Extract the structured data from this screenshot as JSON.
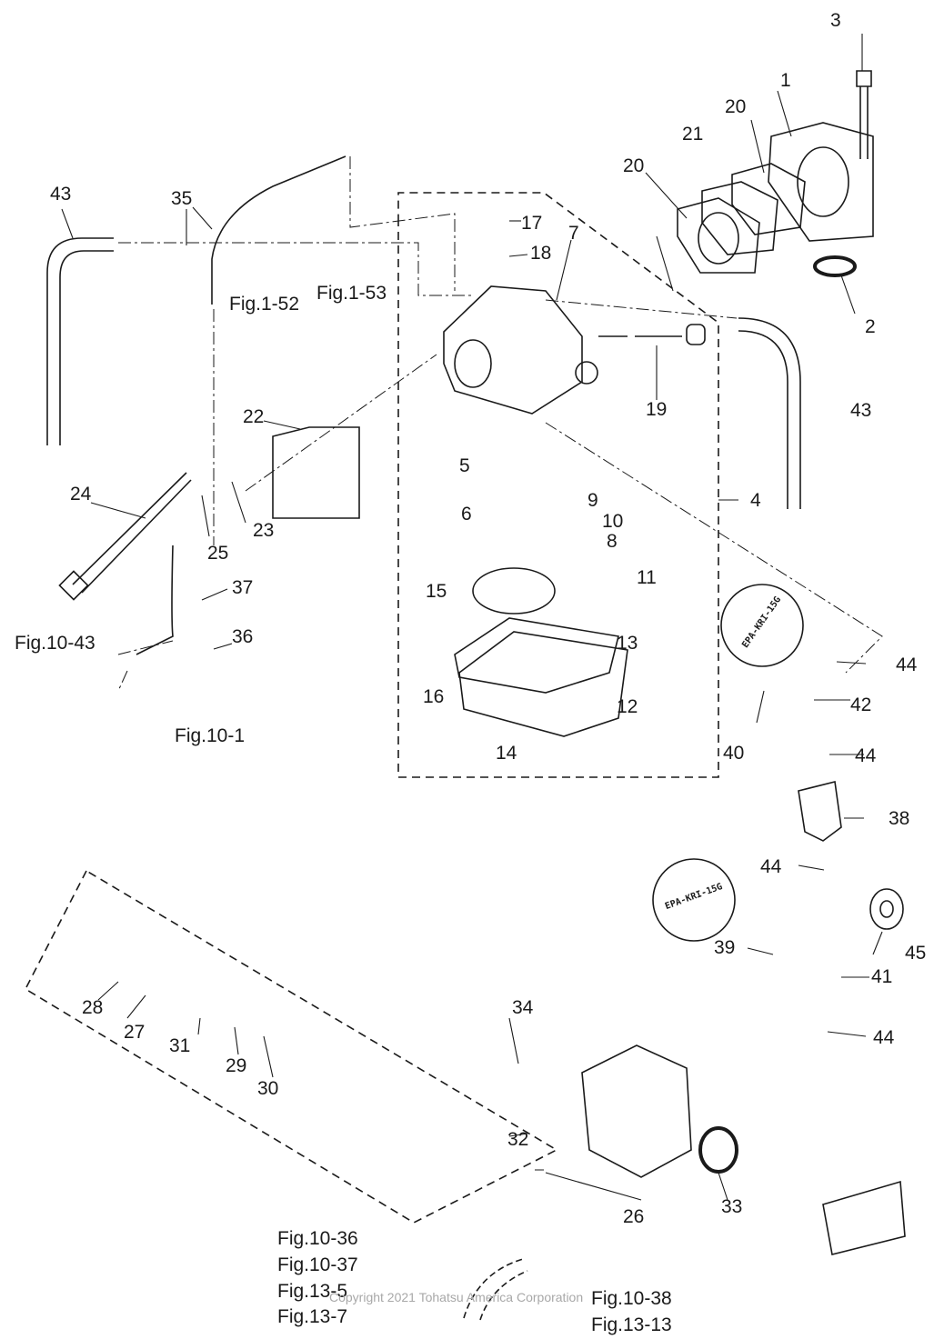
{
  "diagram": {
    "title": "Carburetor and Fuel Pump Exploded Parts Diagram",
    "callouts": [
      {
        "id": "p1",
        "text": "1"
      },
      {
        "id": "p2",
        "text": "2"
      },
      {
        "id": "p3",
        "text": "3"
      },
      {
        "id": "p4",
        "text": "4"
      },
      {
        "id": "p5",
        "text": "5"
      },
      {
        "id": "p6",
        "text": "6"
      },
      {
        "id": "p7",
        "text": "7"
      },
      {
        "id": "p8",
        "text": "8"
      },
      {
        "id": "p9",
        "text": "9"
      },
      {
        "id": "p10",
        "text": "10"
      },
      {
        "id": "p11",
        "text": "11"
      },
      {
        "id": "p12",
        "text": "12"
      },
      {
        "id": "p13",
        "text": "13"
      },
      {
        "id": "p14",
        "text": "14"
      },
      {
        "id": "p15",
        "text": "15"
      },
      {
        "id": "p16",
        "text": "16"
      },
      {
        "id": "p17",
        "text": "17"
      },
      {
        "id": "p18",
        "text": "18"
      },
      {
        "id": "p19",
        "text": "19"
      },
      {
        "id": "p20a",
        "text": "20"
      },
      {
        "id": "p20b",
        "text": "20"
      },
      {
        "id": "p21",
        "text": "21"
      },
      {
        "id": "p22",
        "text": "22"
      },
      {
        "id": "p23",
        "text": "23"
      },
      {
        "id": "p24",
        "text": "24"
      },
      {
        "id": "p25",
        "text": "25"
      },
      {
        "id": "p26",
        "text": "26"
      },
      {
        "id": "p27",
        "text": "27"
      },
      {
        "id": "p28",
        "text": "28"
      },
      {
        "id": "p29",
        "text": "29"
      },
      {
        "id": "p30",
        "text": "30"
      },
      {
        "id": "p31",
        "text": "31"
      },
      {
        "id": "p32",
        "text": "32"
      },
      {
        "id": "p33",
        "text": "33"
      },
      {
        "id": "p34",
        "text": "34"
      },
      {
        "id": "p35",
        "text": "35"
      },
      {
        "id": "p36",
        "text": "36"
      },
      {
        "id": "p37",
        "text": "37"
      },
      {
        "id": "p38",
        "text": "38"
      },
      {
        "id": "p39",
        "text": "39"
      },
      {
        "id": "p40",
        "text": "40"
      },
      {
        "id": "p41",
        "text": "41"
      },
      {
        "id": "p42",
        "text": "42"
      },
      {
        "id": "p43a",
        "text": "43"
      },
      {
        "id": "p43b",
        "text": "43"
      },
      {
        "id": "p44a",
        "text": "44"
      },
      {
        "id": "p44b",
        "text": "44"
      },
      {
        "id": "p44c",
        "text": "44"
      },
      {
        "id": "p44d",
        "text": "44"
      },
      {
        "id": "p45",
        "text": "45"
      }
    ],
    "figure_refs": [
      {
        "id": "f152",
        "text": "Fig.1-52"
      },
      {
        "id": "f153",
        "text": "Fig.1-53"
      },
      {
        "id": "f1043",
        "text": "Fig.10-43"
      },
      {
        "id": "f101",
        "text": "Fig.10-1"
      },
      {
        "id": "f1036",
        "text": "Fig.10-36"
      },
      {
        "id": "f1037",
        "text": "Fig.10-37"
      },
      {
        "id": "f135",
        "text": "Fig.13-5"
      },
      {
        "id": "f137",
        "text": "Fig.13-7"
      },
      {
        "id": "f1038",
        "text": "Fig.10-38"
      },
      {
        "id": "f1313",
        "text": "Fig.13-13"
      }
    ],
    "epa_stamp_text": "EPA-KRI-15G",
    "copyright": "Copyright 2021 Tohatsu America Corporation"
  }
}
